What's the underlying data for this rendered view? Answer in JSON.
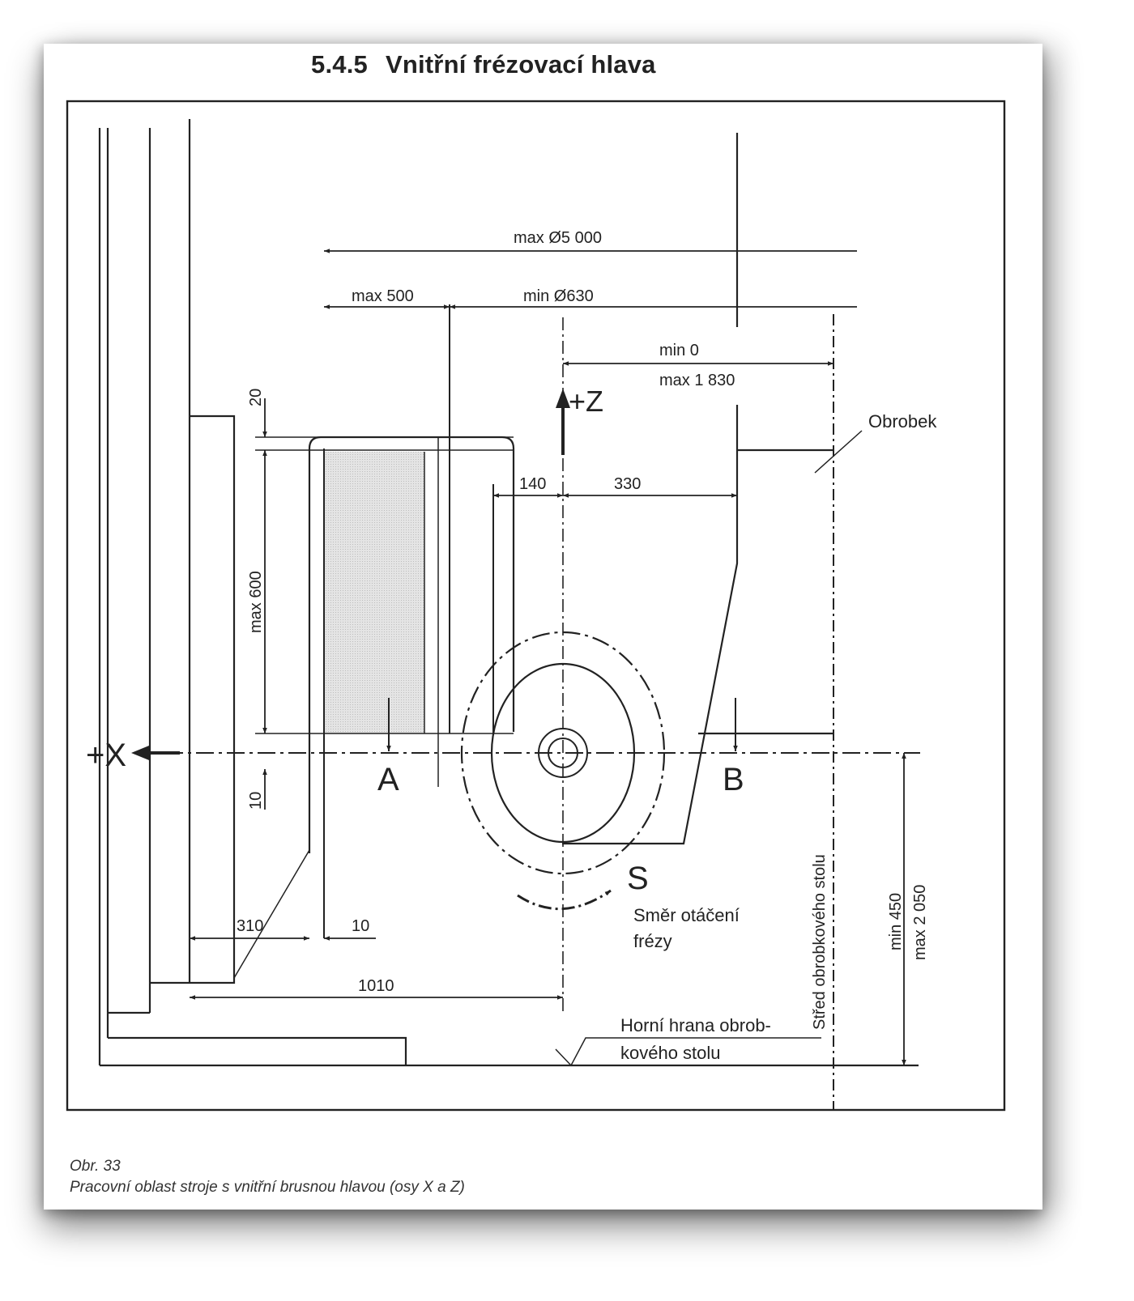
{
  "section": {
    "number": "5.4.5",
    "title": "Vnitřní frézovací hlava"
  },
  "dimensions": {
    "max_diameter": "max Ø5 000",
    "max_500": "max 500",
    "min_diameter": "min Ø630",
    "min_0": "min 0",
    "max_1830": "max 1 830",
    "dim_20": "20",
    "max_600": "max 600",
    "dim_10_left": "10",
    "dim_140": "140",
    "dim_330": "330",
    "dim_310": "310",
    "dim_10_bottom": "10",
    "dim_1010": "1010",
    "min_450": "min 450",
    "max_2050": "max 2 050"
  },
  "labels": {
    "z_axis": "+Z",
    "x_axis": "+X",
    "point_a": "A",
    "point_b": "B",
    "point_s": "S",
    "workpiece": "Obrobek",
    "rotation_line1": "Směr otáčení",
    "rotation_line2": "frézy",
    "table_center": "Střed obrobkového stolu",
    "table_edge_line1": "Horní hrana obrob-",
    "table_edge_line2": "kového stolu"
  },
  "caption": {
    "figure": "Obr. 33",
    "text": "Pracovní oblast stroje s vnitřní brusnou hlavou (osy X a Z)"
  }
}
